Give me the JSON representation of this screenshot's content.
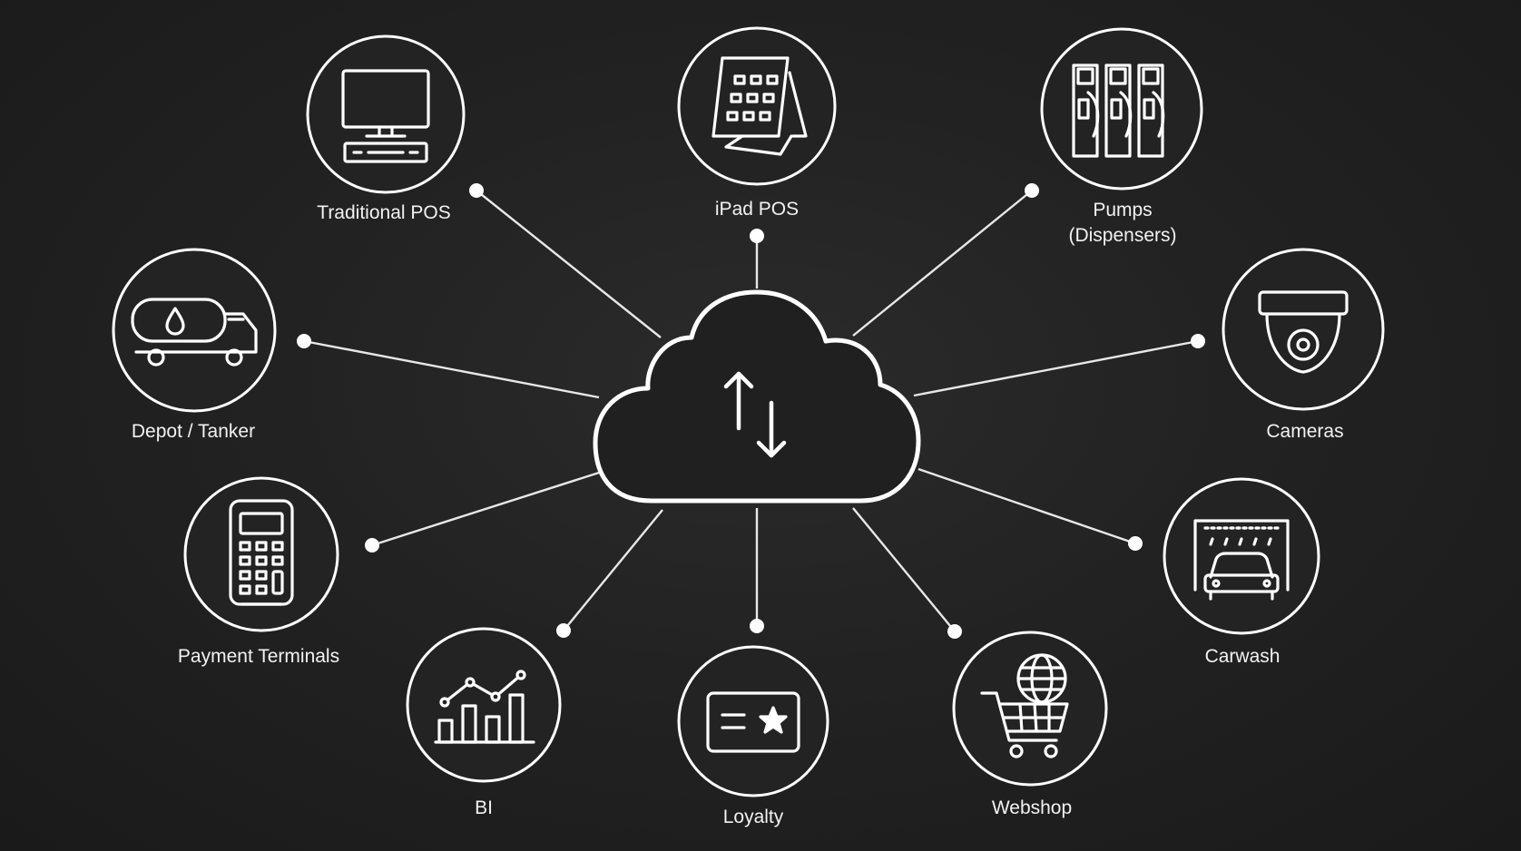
{
  "diagram": {
    "center": {
      "icon": "cloud-sync-icon"
    },
    "nodes": [
      {
        "id": "traditional-pos",
        "label": "Traditional POS",
        "icon": "desktop-computer-icon"
      },
      {
        "id": "ipad-pos",
        "label": "iPad POS",
        "icon": "tablet-icon"
      },
      {
        "id": "pumps",
        "label": "Pumps",
        "label2": "(Dispensers)",
        "icon": "fuel-pump-icon"
      },
      {
        "id": "depot-tanker",
        "label": "Depot / Tanker",
        "icon": "tanker-truck-icon"
      },
      {
        "id": "cameras",
        "label": "Cameras",
        "icon": "security-camera-icon"
      },
      {
        "id": "payment-terminals",
        "label": "Payment Terminals",
        "icon": "payment-terminal-icon"
      },
      {
        "id": "carwash",
        "label": "Carwash",
        "icon": "carwash-icon"
      },
      {
        "id": "bi",
        "label": "BI",
        "icon": "bar-chart-icon"
      },
      {
        "id": "loyalty",
        "label": "Loyalty",
        "icon": "loyalty-card-icon"
      },
      {
        "id": "webshop",
        "label": "Webshop",
        "icon": "shopping-cart-globe-icon"
      }
    ]
  }
}
